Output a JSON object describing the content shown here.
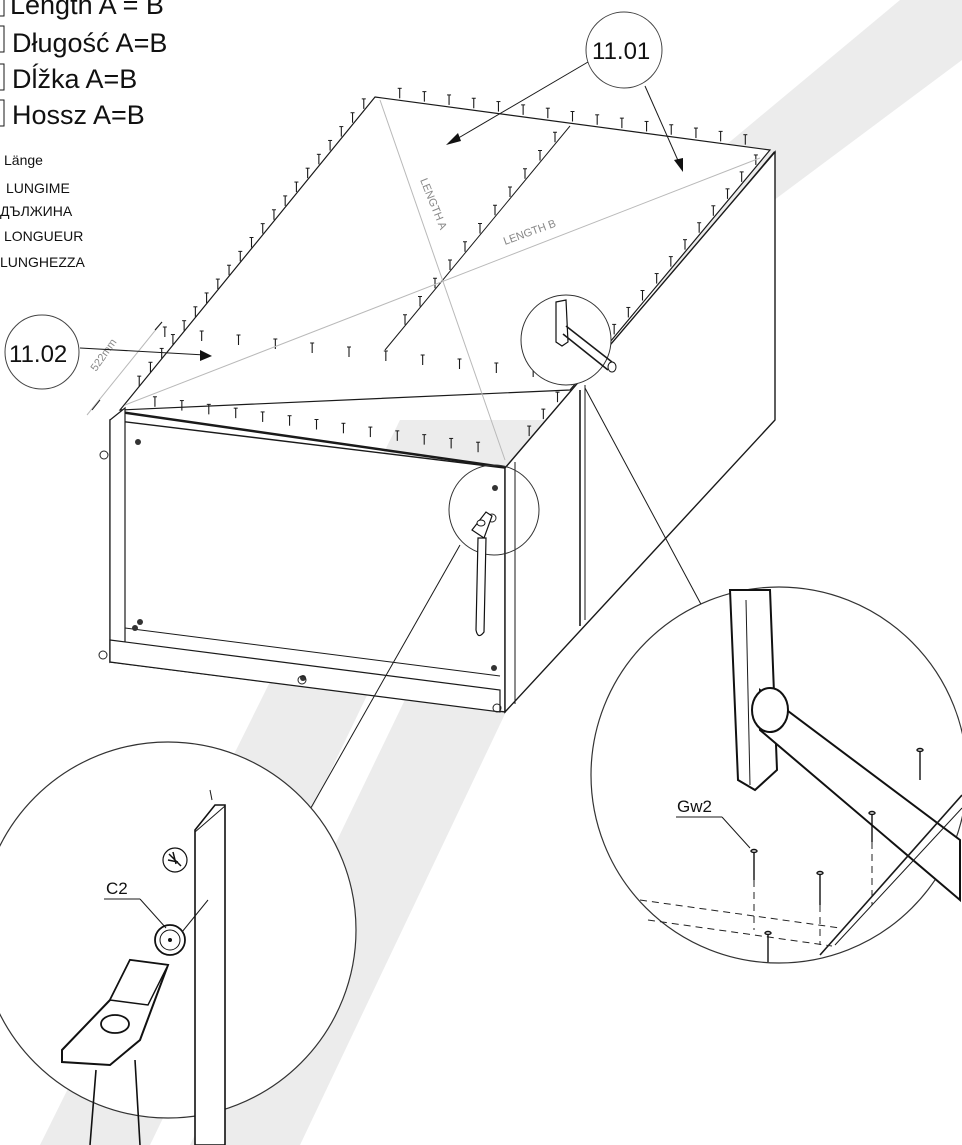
{
  "legend": {
    "primary": [
      "Length A = B",
      "Długość A=B",
      "Dĺžka A=B",
      "Hossz A=B"
    ],
    "secondary": [
      "Länge",
      "LUNGIME",
      "ДЪЛЖИНА",
      "LONGUEUR",
      "LUNGHEZZA"
    ]
  },
  "callouts": {
    "step_a": "11.01",
    "step_b": "11.02"
  },
  "dimensions": {
    "length_a": "LENGTH A",
    "length_b": "LENGTH B",
    "depth": "522mm"
  },
  "parts": {
    "nail": "Gw2",
    "cap": "C2"
  },
  "watermark": {
    "color": "#ececec"
  }
}
